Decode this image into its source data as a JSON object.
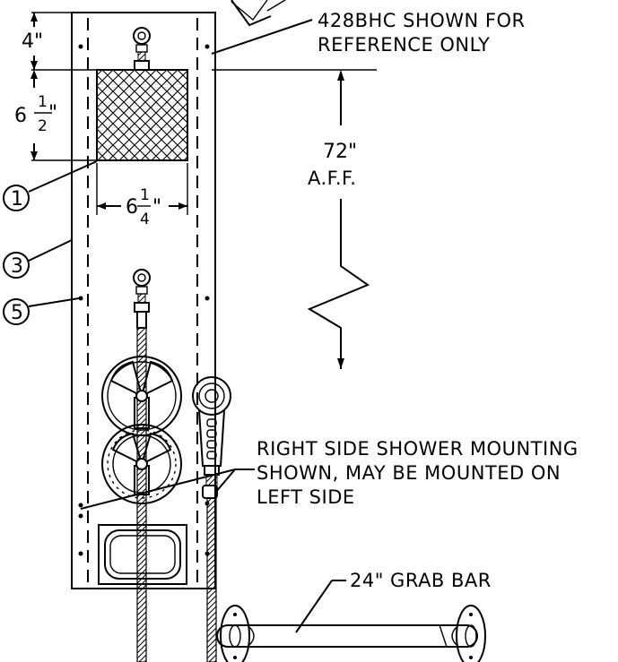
{
  "notes": {
    "reference_line1": "428BHC SHOWN FOR",
    "reference_line2": "REFERENCE ONLY",
    "mounting_line1": "RIGHT SIDE SHOWER MOUNTING",
    "mounting_line2": "SHOWN, MAY BE MOUNTED ON",
    "mounting_line3": "LEFT SIDE",
    "grab_bar": "24\" GRAB BAR"
  },
  "dimensions": {
    "top": "4\"",
    "panel_height_whole": "6",
    "panel_height_num": "1",
    "panel_height_den": "2",
    "panel_height_unit": "\"",
    "panel_width_whole": "6",
    "panel_width_num": "1",
    "panel_width_den": "4",
    "panel_width_unit": "\"",
    "mount_height": "72\"",
    "mount_ref": "A.F.F."
  },
  "callouts": {
    "c1": "1",
    "c3": "3",
    "c5": "5"
  }
}
